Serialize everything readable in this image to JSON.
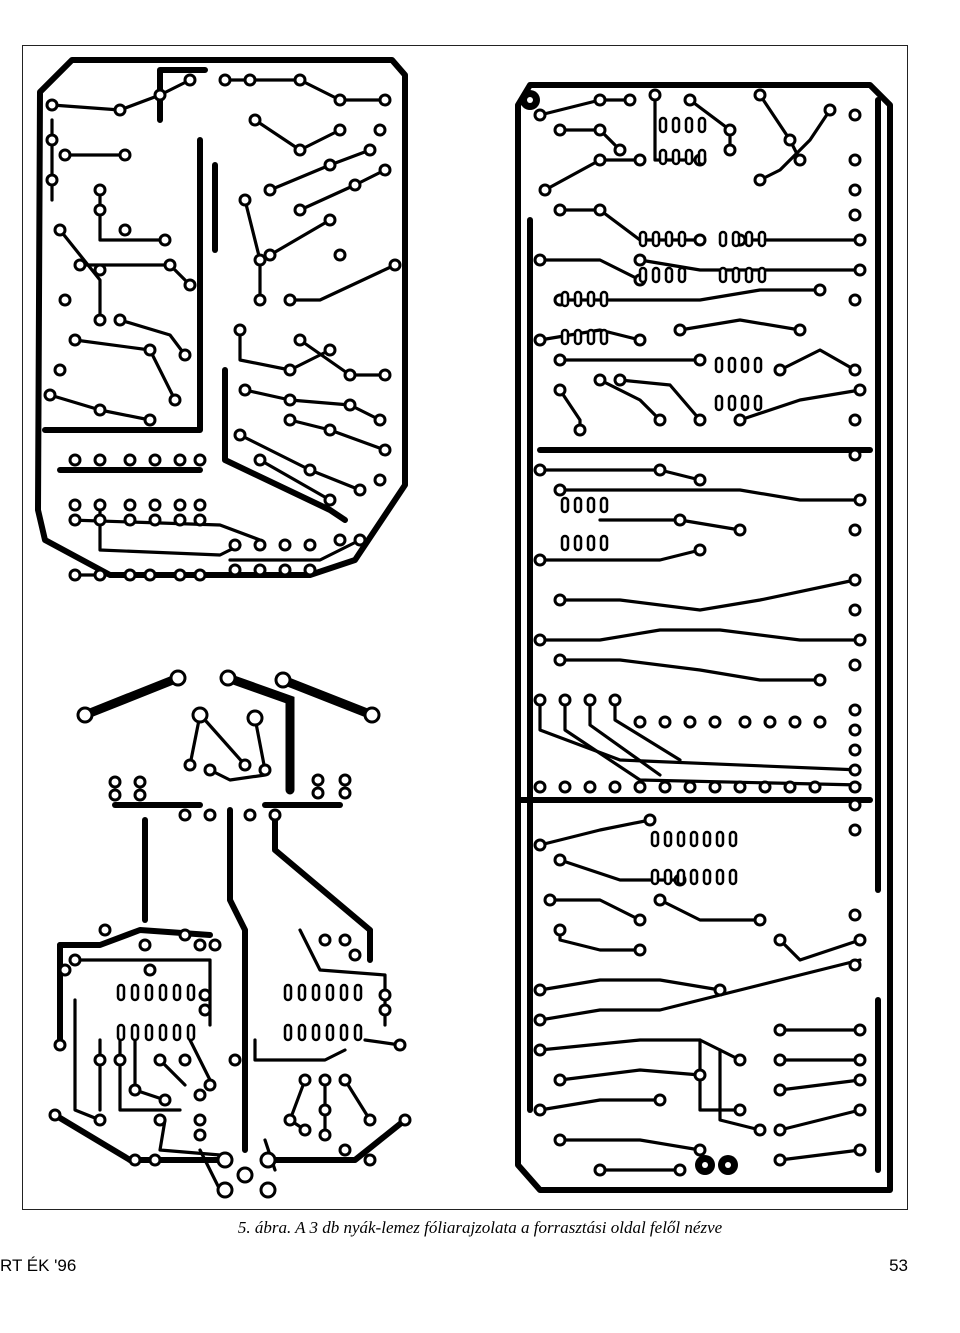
{
  "figure": {
    "caption": "5. ábra. A 3 db nyák-lemez fóliarajzolata a forrasztási oldal felől nézve"
  },
  "footer": {
    "publication": "RT ÉK '96",
    "page_number": "53"
  }
}
